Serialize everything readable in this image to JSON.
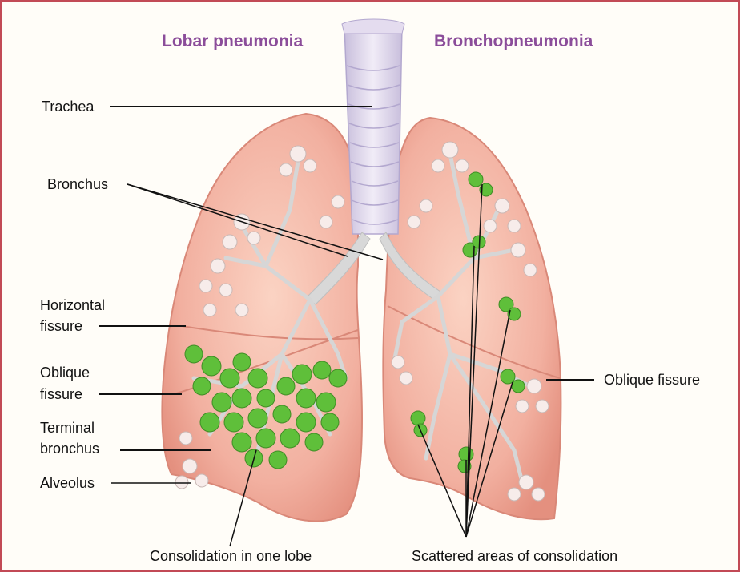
{
  "titles": {
    "left": "Lobar pneumonia",
    "right": "Bronchopneumonia"
  },
  "labels": {
    "trachea": "Trachea",
    "bronchus": "Bronchus",
    "horizontal_fissure_line1": "Horizontal",
    "horizontal_fissure_line2": "fissure",
    "oblique_fissure_left_line1": "Oblique",
    "oblique_fissure_left_line2": "fissure",
    "terminal_bronchus_line1": "Terminal",
    "terminal_bronchus_line2": "bronchus",
    "alveolus": "Alveolus",
    "oblique_fissure_right": "Oblique fissure",
    "consolidation_one_lobe": "Consolidation in one lobe",
    "scattered_consolidation": "Scattered areas of consolidation"
  },
  "colors": {
    "lung_fill": "#f2b0a0",
    "lung_edge": "#d98878",
    "airway": "#d8d8d8",
    "trachea": "#ddd6ec",
    "consolidation": "#5fbf3a",
    "title": "#8b4d9a",
    "frame": "#c24a56"
  }
}
